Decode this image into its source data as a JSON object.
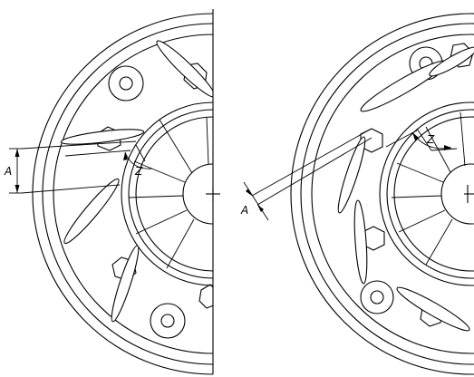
{
  "labels": {
    "left_a": "A",
    "left_z": "Z",
    "right_a": "A",
    "right_z": "Z"
  }
}
